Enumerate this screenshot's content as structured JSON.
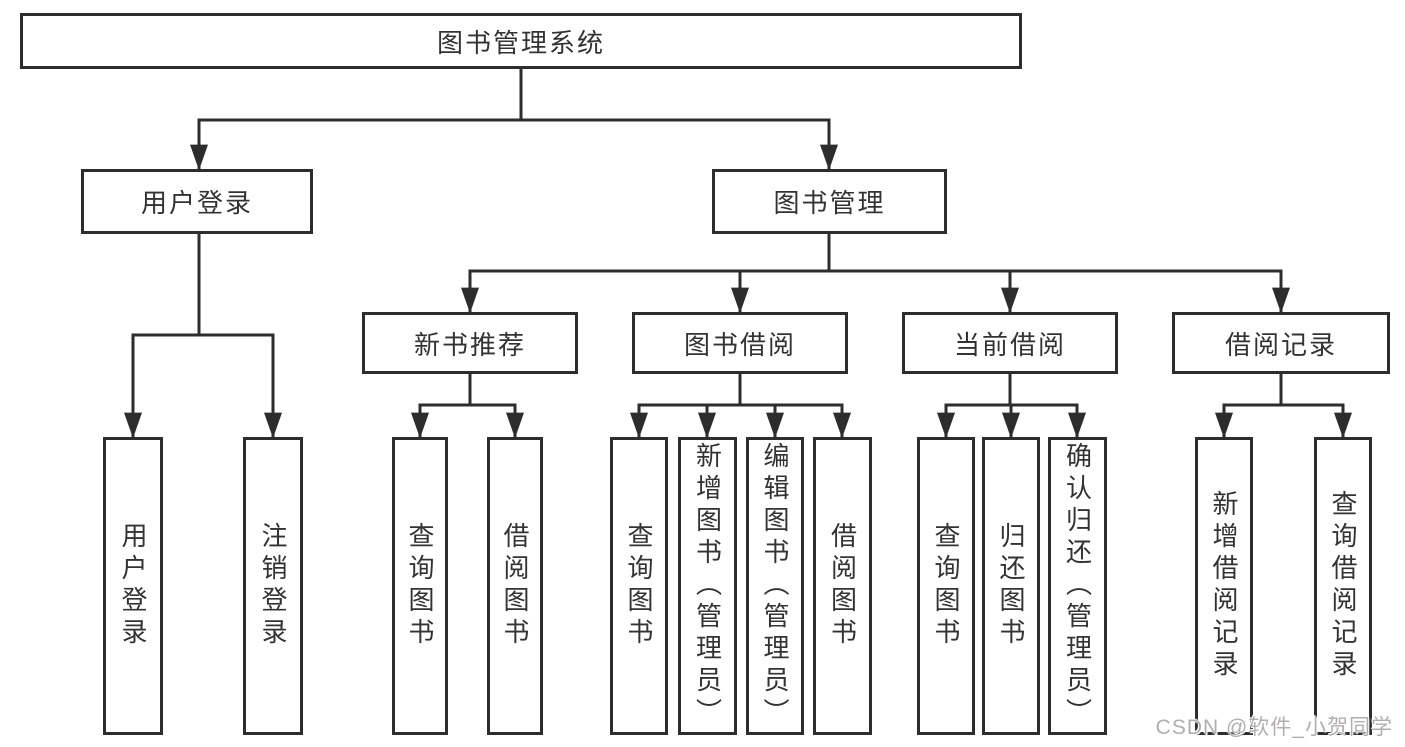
{
  "diagram": {
    "title_node": {
      "label": "图书管理系统"
    },
    "level2": [
      {
        "id": "user-login",
        "label": "用户登录"
      },
      {
        "id": "book-mgmt",
        "label": "图书管理"
      }
    ],
    "level3": [
      {
        "id": "new-books",
        "label": "新书推荐"
      },
      {
        "id": "book-borrow",
        "label": "图书借阅"
      },
      {
        "id": "current-borrow",
        "label": "当前借阅"
      },
      {
        "id": "borrow-records",
        "label": "借阅记录"
      }
    ],
    "leaves": [
      {
        "group": "user-login",
        "label": "用户登录"
      },
      {
        "group": "user-login",
        "label": "注销登录"
      },
      {
        "group": "new-books",
        "label": "查询图书"
      },
      {
        "group": "new-books",
        "label": "借阅图书"
      },
      {
        "group": "book-borrow",
        "label": "查询图书"
      },
      {
        "group": "book-borrow",
        "label": "新增图书（管理员）"
      },
      {
        "group": "book-borrow",
        "label": "编辑图书（管理员）"
      },
      {
        "group": "book-borrow",
        "label": "借阅图书"
      },
      {
        "group": "current-borrow",
        "label": "查询图书"
      },
      {
        "group": "current-borrow",
        "label": "归还图书"
      },
      {
        "group": "current-borrow",
        "label": "确认归还（管理员）"
      },
      {
        "group": "borrow-records",
        "label": "新增借阅记录"
      },
      {
        "group": "borrow-records",
        "label": "查询借阅记录"
      }
    ],
    "watermark": "CSDN @软件_小贺同学",
    "colors": {
      "line": "#2d2d2d",
      "box_border": "#2d2d2d",
      "text": "#333333",
      "watermark": "#b1aeae",
      "background": "#ffffff"
    }
  }
}
